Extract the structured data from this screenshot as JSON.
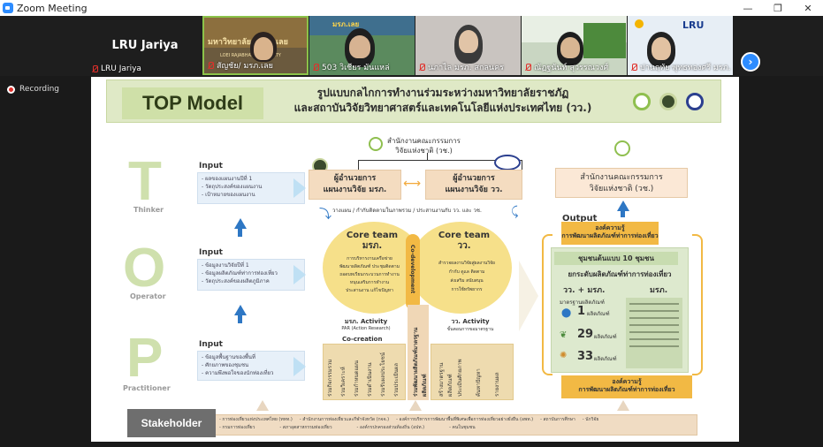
{
  "window": {
    "title": "Zoom Meeting",
    "minimize": "—",
    "restore": "❐",
    "close": "✕"
  },
  "self_view": {
    "display_name": "LRU Jariya",
    "label": "LRU Jariya"
  },
  "participants": [
    {
      "label": "สัญชัย/ มรภ.เลย",
      "banner": "มหาวิทยาลัยราชภัฏเลย",
      "banner_sub": "LOEI RAJABHAT UNIVERSITY"
    },
    {
      "label": "503 วิเชียร มันแหล่",
      "banner": "มรภ.เลย"
    },
    {
      "label": "นภาไล มรภ. สกลนคร"
    },
    {
      "label": "ณัฏฐนันท์ สุวรรณวงศ์"
    },
    {
      "label": "ปานฤทัย พุทธทองศรี มรภ.",
      "banner": "LRU"
    }
  ],
  "recording": {
    "label": "Recording"
  },
  "slide": {
    "top_model": "TOP Model",
    "title_line1": "รูปแบบกลไกการทำงานร่วมระหว่างมหาวิทยาลัยราชภัฏ",
    "title_line2": "และสถาบันวิจัยวิทยาศาสตร์และเทคโนโลยีแห่งประเทศไทย (วว.)",
    "letters": [
      {
        "letter": "T",
        "caption": "Thinker"
      },
      {
        "letter": "O",
        "caption": "Operator"
      },
      {
        "letter": "P",
        "caption": "Practitioner"
      }
    ],
    "inputs": [
      {
        "title": "Input",
        "items": [
          "- ผลของแผนงานปีที่ 1",
          "- วัตถุประสงค์ของแผนงาน",
          "- เป้าหมายของแผนงาน"
        ]
      },
      {
        "title": "Input",
        "items": [
          "- ข้อมูลงานวิจัยปีที่ 1",
          "- ข้อมูลผลิตภัณฑ์ท่าการท่องเที่ยว",
          "- วัตถุประสงค์ของผลิตภูมิภาค"
        ]
      },
      {
        "title": "Input",
        "items": [
          "- ข้อมูลพื้นฐานของพื้นที่",
          "- ศักยภาพของชุมชน",
          "- ความพึงพอใจของนักท่องเที่ยว"
        ]
      }
    ],
    "nrct_line1": "สำนักงานคณะกรรมการ",
    "nrct_line2": "วิจัยแห่งชาติ (วช.)",
    "director_lru_line1": "ผู้อำนวยการ",
    "director_lru_line2": "แผนงานวิจัย มรภ.",
    "director_tistr_line1": "ผู้อำนวยการ",
    "director_tistr_line2": "แผนงานวิจัย วว.",
    "plan_note": "วางแผน / กำกับติดตามในภาพรวม / ประสานงานกับ วว. และ วช.",
    "core_left_title1": "Core team",
    "core_left_title2": "มรภ.",
    "core_left_items": [
      "การบริหารงานเครือข่าย",
      "พัฒนาผลิตภัณฑ์  ประชุมติดตาม",
      "ถอดบทเรียนกระบวนการทำงาน",
      "หนุนเสริมการทำงาน",
      "ประสานงาน แก้ไขปัญหา"
    ],
    "core_right_title1": "Core team",
    "core_right_title2": "วว.",
    "core_right_items": [
      "สำรวจผลงานวิจัยสู่ผลงานวิจัย",
      "กำกับ ดูแล ติดตาม",
      "ส่งเสริม สนับสนุน",
      "การใช้ทรัพยากร"
    ],
    "co_development": "Co-development",
    "lru_activity": "มรภ. Activity",
    "lru_activity_sub": "PAR (Action Research)",
    "tistr_activity": "วว. Activity",
    "tistr_activity_sub": "ขั้นตอนการขอมาตรฐาน",
    "co_creation": "Co-creation",
    "vertical_left": [
      "ร่วมกิจกรรมรวม",
      "ร่วมวิเคราะห์",
      "ร่วมกำหนดแผน",
      "ร่วมดำเนินงาน",
      "ร่วมรับผลประโยชน์",
      "ร่วมประเมินผล"
    ],
    "vertical_center": "ร่วมพัฒนาผลิตภัณฑ์มาตรฐานผลิตภัณฑ์",
    "vertical_right": [
      "สร้างมาตรฐานผลิตภัณฑ์",
      "ประเมินศักยภาพ",
      "ค้นหาปัญหา",
      "รายงานผล"
    ],
    "nrct_right_line1": "สำนักงานคณะกรรมการ",
    "nrct_right_line2": "วิจัยแห่งชาติ (วช.)",
    "output_title": "Output",
    "output_top_line1": "องค์ความรู้",
    "output_top_line2": "การพัฒนาผลิตภัณฑ์ท่าการท่องเที่ยว",
    "community": "ชุมชนต้นแบบ 10 ชุมชน",
    "upgrade": "ยกระดับผลิตภัณฑ์ท่าการท่องเที่ยว",
    "col_left": "วว. + มรภ.",
    "col_right": "มรภ.",
    "standard_label": "มาตรฐานผลิตภัณฑ์",
    "counts": [
      {
        "value": "1",
        "unit": "ผลิตภัณฑ์"
      },
      {
        "value": "29",
        "unit": "ผลิตภัณฑ์"
      },
      {
        "value": "33",
        "unit": "ผลิตภัณฑ์"
      }
    ],
    "output_bottom_line1": "องค์ความรู้",
    "output_bottom_line2": "การพัฒนาผลิตภัณฑ์ท่าการท่องเที่ยว",
    "stakeholder": "Stakeholder",
    "stake_row1": [
      "- การท่องเที่ยวแห่งประเทศไทย (ททท.)",
      "- สำนักงานการท่องเที่ยวและกีฬาจังหวัด (กจจ.)",
      "- องค์การบริหารการพัฒนาพื้นที่พิเศษเพื่อการท่องเที่ยวอย่างยั่งยืน (อพท.)",
      "- สถาบันการศึกษา",
      "- นักวิจัย"
    ],
    "stake_row2": [
      "- กรมการท่องเที่ยว",
      "- สภาอุตสาหกรรมท่องเที่ยว",
      "- องค์กรปกครองส่วนท้องถิ่น (อปท.)",
      "- คนในชุมชน"
    ]
  },
  "colors": {
    "zoom_blue": "#2d8cff",
    "recording_red": "#e0302b",
    "header_green": "#dfe9c6",
    "letter_green": "#cfe0ad",
    "core_yellow": "#f6e08a",
    "output_gold": "#f2b944"
  }
}
